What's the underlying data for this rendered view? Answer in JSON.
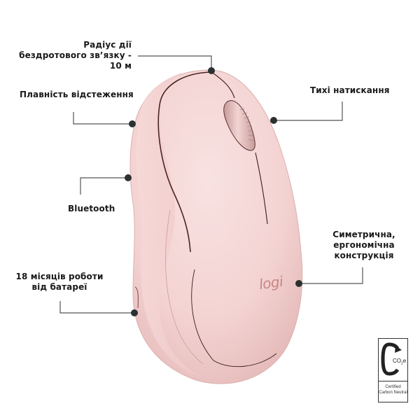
{
  "product": {
    "brand_logo": "logi",
    "body_color": "#f3d3d2",
    "logo_color": "#c98585"
  },
  "callouts": [
    {
      "id": "wireless-range",
      "lines": [
        "Радіус дії",
        "бездротового зв’язку - 10 м"
      ]
    },
    {
      "id": "smooth-tracking",
      "lines": [
        "Плавність відстеження"
      ]
    },
    {
      "id": "silent-clicks",
      "lines": [
        "Тихі натискання"
      ]
    },
    {
      "id": "bluetooth",
      "lines": [
        "Bluetooth"
      ]
    },
    {
      "id": "ergonomic",
      "lines": [
        "Симетрична,",
        "ергономічна",
        "конструкція"
      ]
    },
    {
      "id": "battery",
      "lines": [
        "18 місяців роботи",
        "від батареї"
      ]
    }
  ],
  "badge": {
    "symbol": "CO2e",
    "co2_main": "CO",
    "co2_sub": "2",
    "co2_suffix": "e",
    "text_line1": "Certified",
    "text_line2": "Carbon Neutral"
  },
  "colors": {
    "leader_line": "#555555",
    "dot": "#2b3131",
    "text": "#1a1a1a"
  }
}
